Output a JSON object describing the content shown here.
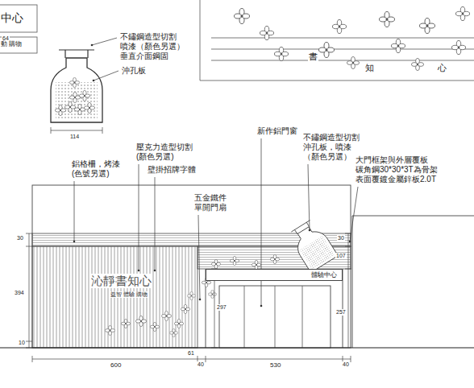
{
  "diagram": {
    "nodes": [
      {
        "text": [
          "體驗中心"
        ]
      }
    ],
    "labels": [
      "64",
      "中心",
      "動 購物",
      "不鏽鋼造型切割 噴漆（顏色另選） 垂直介面鋼固",
      "沖孔板",
      "114",
      "書",
      "知",
      "心",
      "新作鋁門窗",
      "不鏽鋼造型切割 沖孔板，噴漆 （顏色另選）",
      "大門框架與外層覆板 碳角鋼30*30*3T為骨架 表面覆鍍金屬鋅板2.0T",
      "壓克力造型切割 (顏色另選)",
      "壁掛招牌字體",
      "鋁格柵，烤漆 (色號另選)",
      "五金鐵件 單開門扇",
      "沁靜書知心",
      "益智 體驗 購物",
      "30",
      "394",
      "10",
      "600",
      "61",
      "40",
      "530",
      "40",
      "297",
      "30",
      "107",
      "257"
    ]
  }
}
